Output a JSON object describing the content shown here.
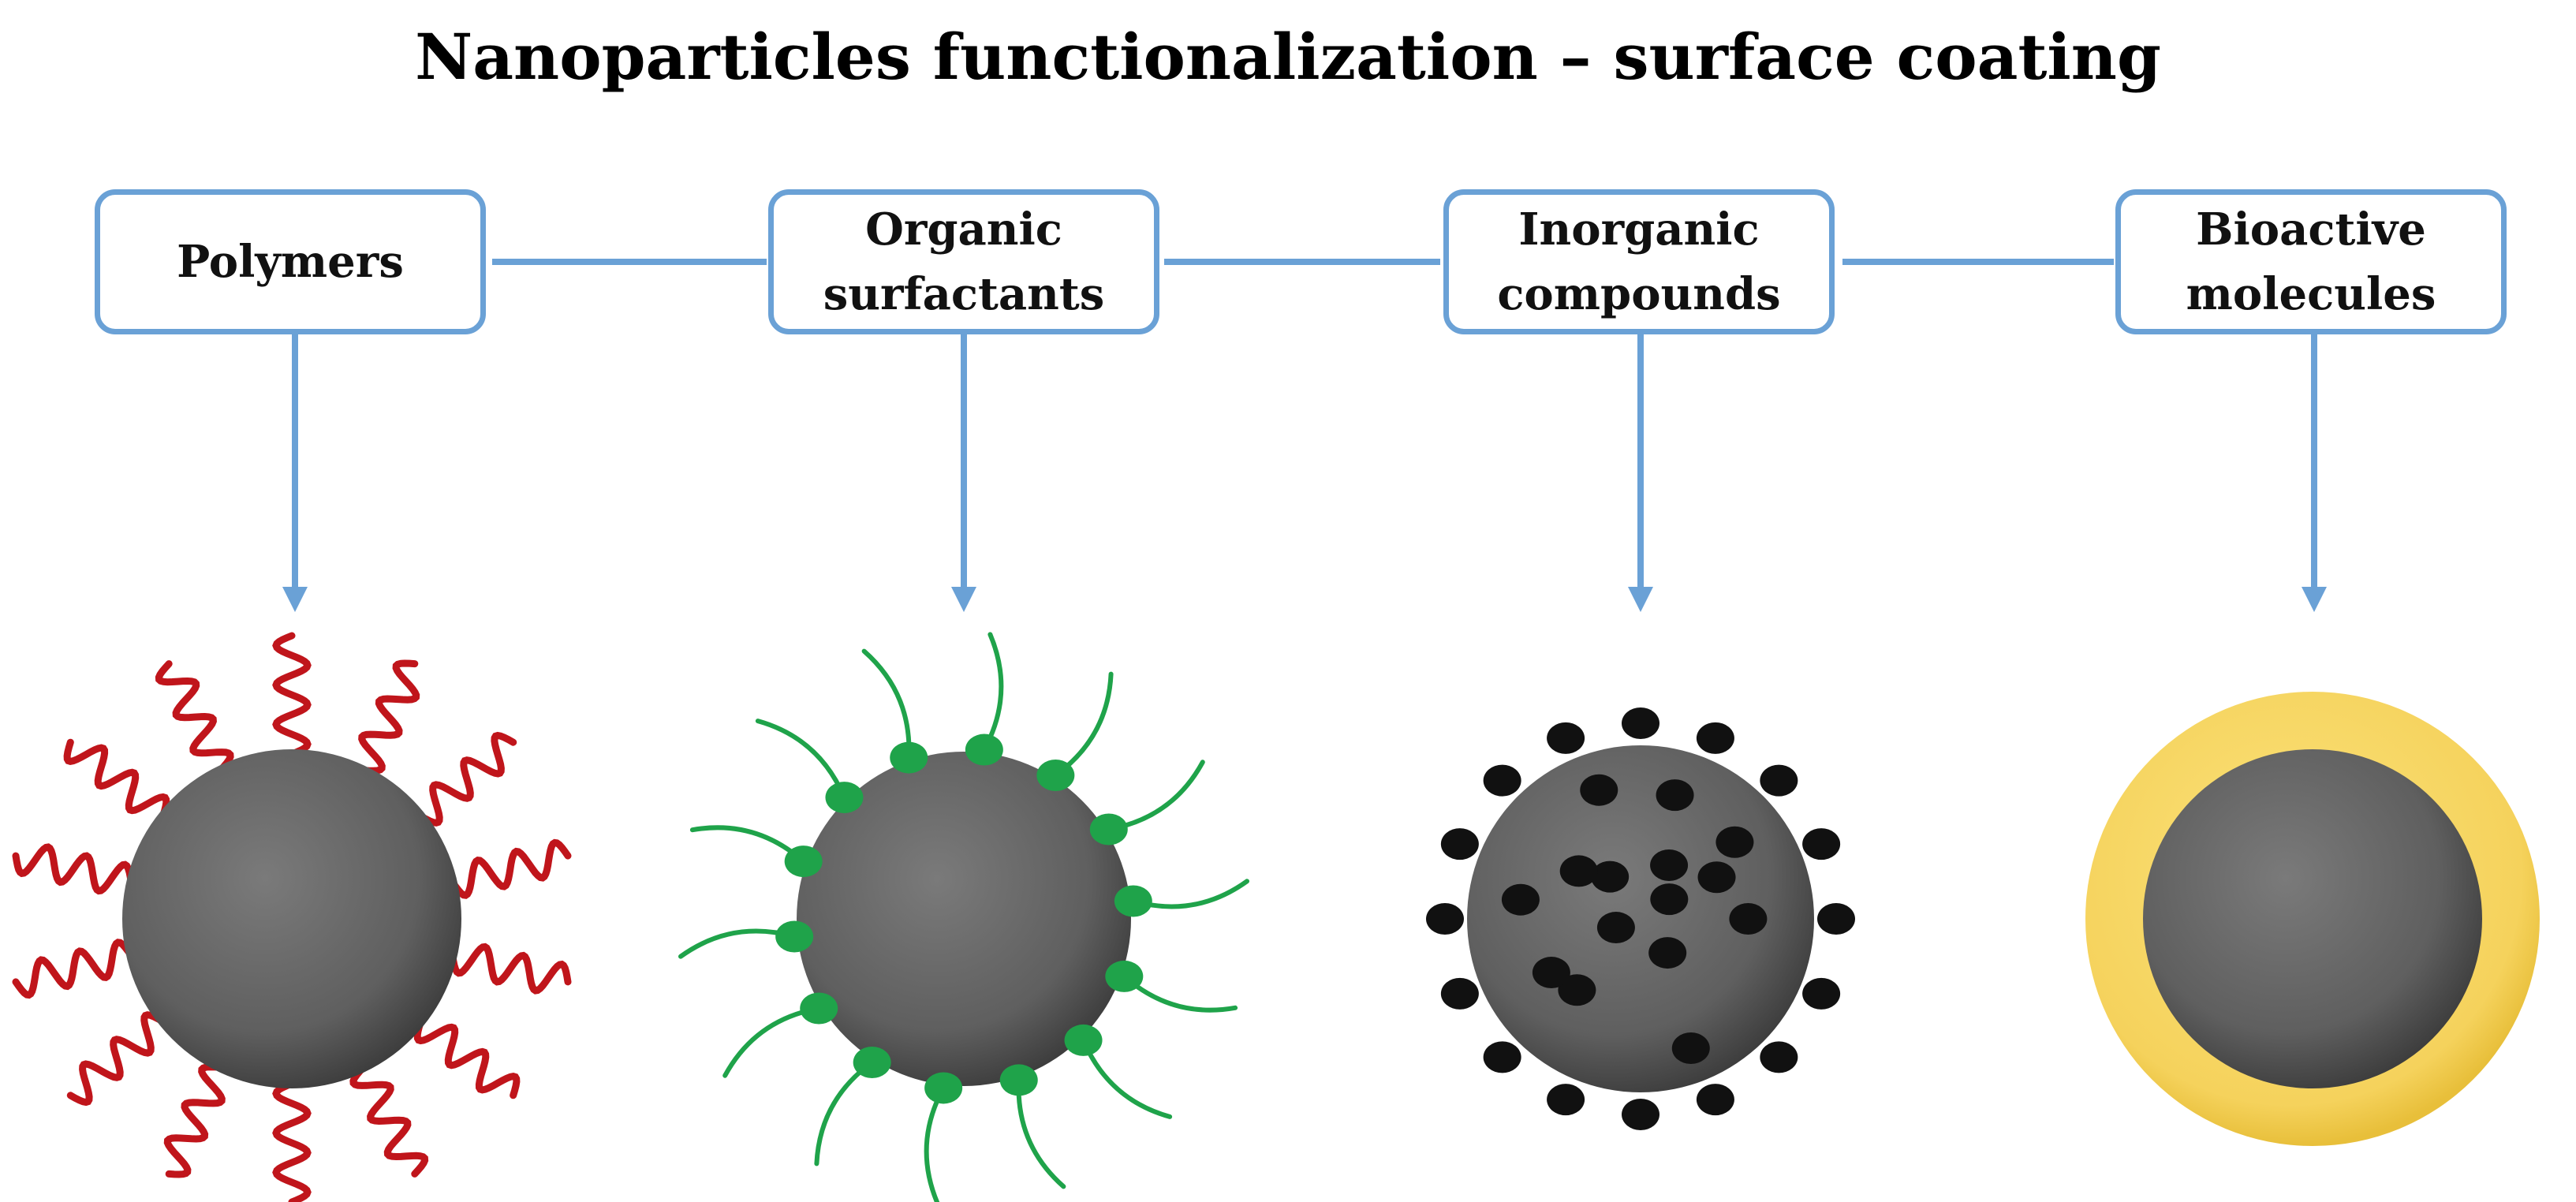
{
  "diagram": {
    "title": "Nanoparticles functionalization – surface coating",
    "categories": [
      {
        "id": "polymers",
        "label": "Polymers"
      },
      {
        "id": "organic-surfactants",
        "label": "Organic\nsurfactants"
      },
      {
        "id": "inorganic-compounds",
        "label": "Inorganic\ncompounds"
      },
      {
        "id": "bioactive-molecules",
        "label": "Bioactive\nmolecules"
      }
    ],
    "colors": {
      "connector": "#6aa1d6",
      "core": "#6b6b6b",
      "polymer_chain": "#c0151b",
      "surfactant": "#1fa34a",
      "inorganic_dot": "#111111",
      "bioactive_shell": "#f7d765"
    }
  }
}
